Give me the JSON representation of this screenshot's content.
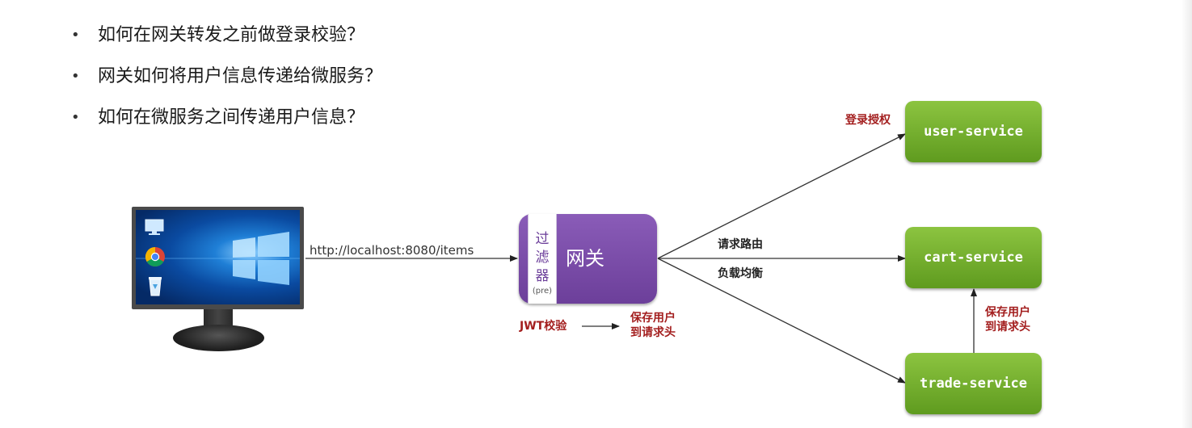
{
  "questions": [
    "如何在网关转发之前做登录校验？",
    "网关如何将用户信息传递给微服务？",
    "如何在微服务之间传递用户信息？"
  ],
  "client_request_url": "http://localhost:8080/items",
  "gateway": {
    "label": "网关",
    "filter_chars": [
      "过",
      "滤",
      "器"
    ],
    "filter_tag": "(pre)"
  },
  "gateway_steps": {
    "jwt": "JWT校验",
    "save_user_line1": "保存用户",
    "save_user_line2": "到请求头"
  },
  "routing": {
    "route_label": "请求路由",
    "balance_label": "负载均衡"
  },
  "services": {
    "user": "user-service",
    "cart": "cart-service",
    "trade": "trade-service"
  },
  "auth_label": "登录授权",
  "trade_to_cart": {
    "line1": "保存用户",
    "line2": "到请求头"
  },
  "colors": {
    "gateway": "#7a4caa",
    "service": "#76b02e",
    "emphasis": "#a31e1e"
  },
  "icons": [
    "this-pc-icon",
    "chrome-icon",
    "recycle-bin-icon",
    "windows-logo-icon"
  ]
}
